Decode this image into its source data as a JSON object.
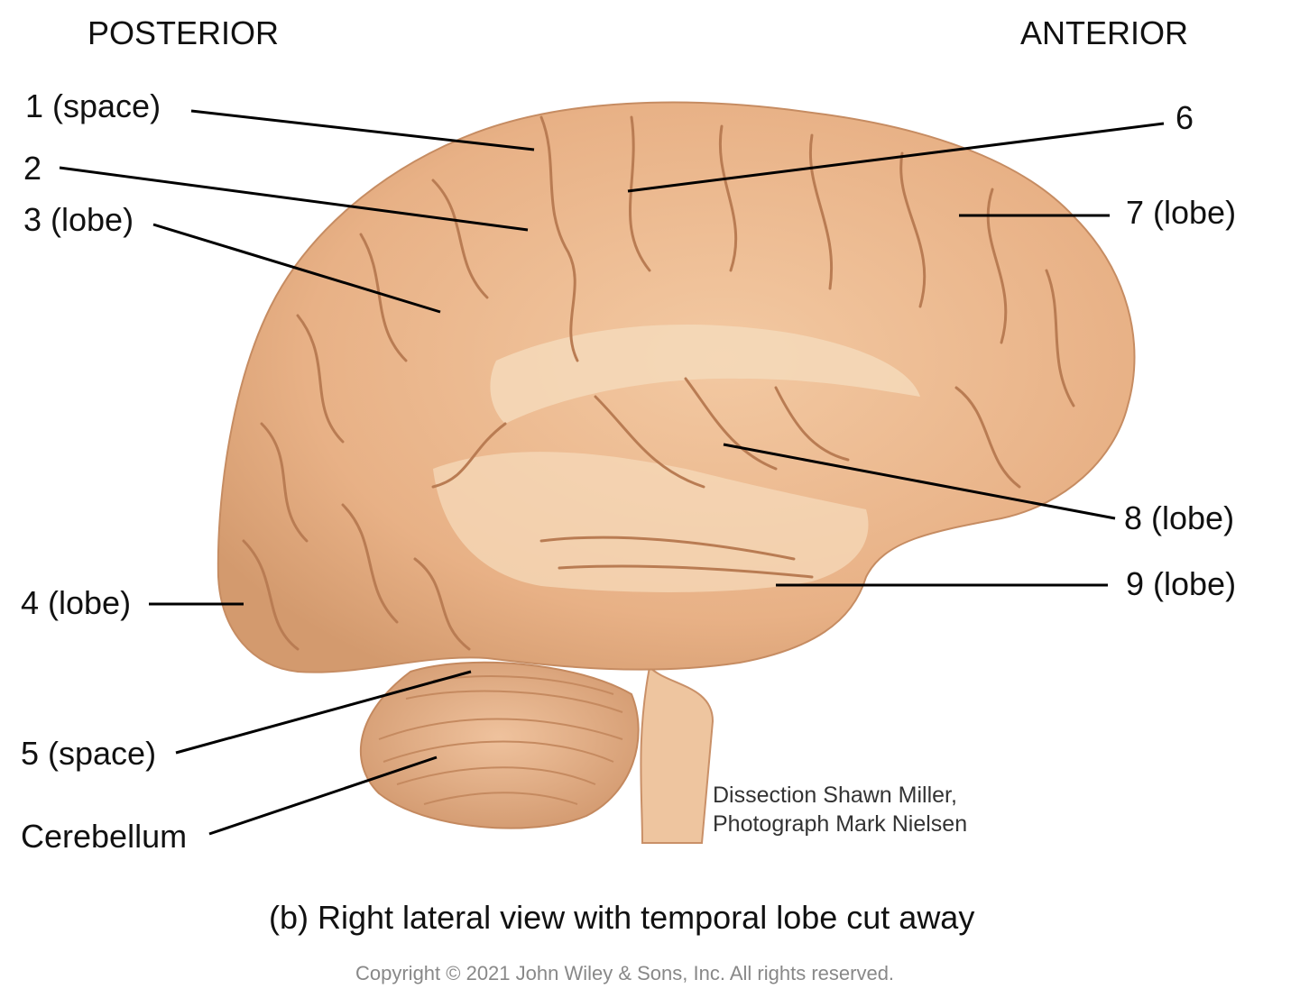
{
  "orientation": {
    "posterior": "POSTERIOR",
    "anterior": "ANTERIOR"
  },
  "labels": [
    {
      "id": "label-1",
      "text": "1 (space)"
    },
    {
      "id": "label-2",
      "text": "2"
    },
    {
      "id": "label-3",
      "text": "3 (lobe)"
    },
    {
      "id": "label-4",
      "text": "4 (lobe)"
    },
    {
      "id": "label-5",
      "text": "5 (space)"
    },
    {
      "id": "label-cerebellum",
      "text": "Cerebellum"
    },
    {
      "id": "label-6",
      "text": "6"
    },
    {
      "id": "label-7",
      "text": "7 (lobe)"
    },
    {
      "id": "label-8",
      "text": "8 (lobe)"
    },
    {
      "id": "label-9",
      "text": "9 (lobe)"
    }
  ],
  "credit": {
    "line1": "Dissection Shawn Miller,",
    "line2": "Photograph Mark Nielsen"
  },
  "caption": "(b) Right lateral view with temporal lobe cut away",
  "copyright": "Copyright © 2021 John Wiley & Sons, Inc. All rights reserved.",
  "colors": {
    "tissue": "#e9b78d",
    "tissue_shadow": "#c98c62",
    "white_matter": "#f4d7b6",
    "line": "#000000"
  }
}
